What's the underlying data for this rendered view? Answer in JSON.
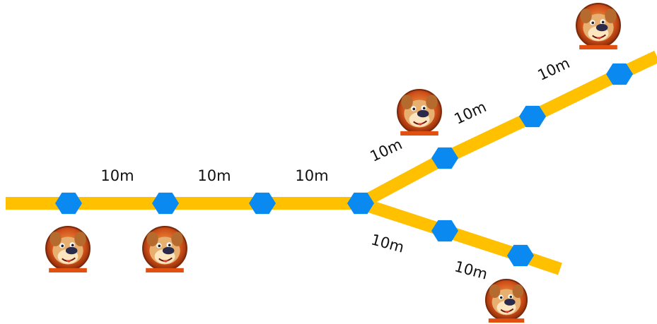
{
  "diagram": {
    "path_color": "#FFC000",
    "node_color": "#0A8AF0",
    "segment_labels": [
      {
        "id": "main-1",
        "text": "10m"
      },
      {
        "id": "main-2",
        "text": "10m"
      },
      {
        "id": "main-3",
        "text": "10m"
      },
      {
        "id": "upper-1",
        "text": "10m"
      },
      {
        "id": "upper-2",
        "text": "10m"
      },
      {
        "id": "upper-3",
        "text": "10m"
      },
      {
        "id": "lower-1",
        "text": "10m"
      },
      {
        "id": "lower-2",
        "text": "10m"
      }
    ],
    "icons": [
      {
        "id": "dog-1",
        "icon": "dog-face-icon"
      },
      {
        "id": "dog-2",
        "icon": "dog-face-icon"
      },
      {
        "id": "dog-3",
        "icon": "dog-face-icon"
      },
      {
        "id": "dog-4",
        "icon": "dog-face-icon"
      },
      {
        "id": "dog-5",
        "icon": "dog-face-icon"
      }
    ]
  }
}
